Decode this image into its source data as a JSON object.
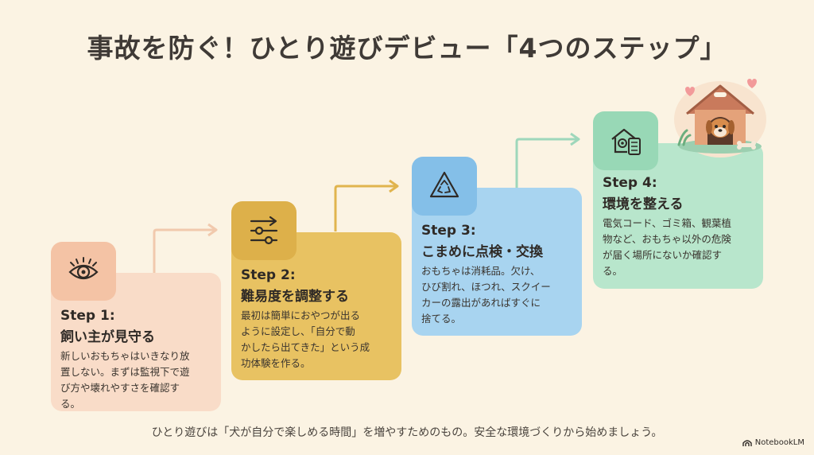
{
  "title": "事故を防ぐ！ひとり遊びデビュー「4つのステップ」",
  "steps": [
    {
      "step": "Step 1:",
      "heading": "飼い主が見守る",
      "body": [
        "新しいおもちゃはいきなり放",
        "置しない。まずは監視下で遊",
        "び方や壊れやすさを確認す",
        "る。"
      ],
      "icon": "eye-icon"
    },
    {
      "step": "Step 2:",
      "heading": "難易度を調整する",
      "body": [
        "最初は簡単におやつが出る",
        "ように設定し、「自分で動",
        "かしたら出てきた」という成",
        "功体験を作る。"
      ],
      "icon": "sliders-icon"
    },
    {
      "step": "Step 3:",
      "heading": "こまめに点検・交換",
      "body": [
        "おもちゃは消耗品。欠け、",
        "ひび割れ、ほつれ、スクイー",
        "カーの露出があればすぐに",
        "捨てる。"
      ],
      "icon": "recycle-icon"
    },
    {
      "step": "Step 4:",
      "heading": "環境を整える",
      "body": [
        "電気コード、ゴミ箱、観葉植",
        "物など、おもちゃ以外の危険",
        "が届く場所にないか確認す",
        "る。"
      ],
      "icon": "home-checklist-icon"
    }
  ],
  "footer": "ひとり遊びは「犬が自分で楽しめる時間」を増やすためのもの。安全な環境づくりから始めましょう。",
  "brand": "NotebookLM",
  "colors": {
    "background": "#fbf3e3",
    "step1_card": "#f9dcc8",
    "step1_tab": "#f4c3a5",
    "step2_card": "#e8c262",
    "step2_tab": "#ddb04a",
    "step3_card": "#a8d4f0",
    "step3_tab": "#84bfe8",
    "step4_card": "#b8e6cc",
    "step4_tab": "#98d8b6"
  }
}
